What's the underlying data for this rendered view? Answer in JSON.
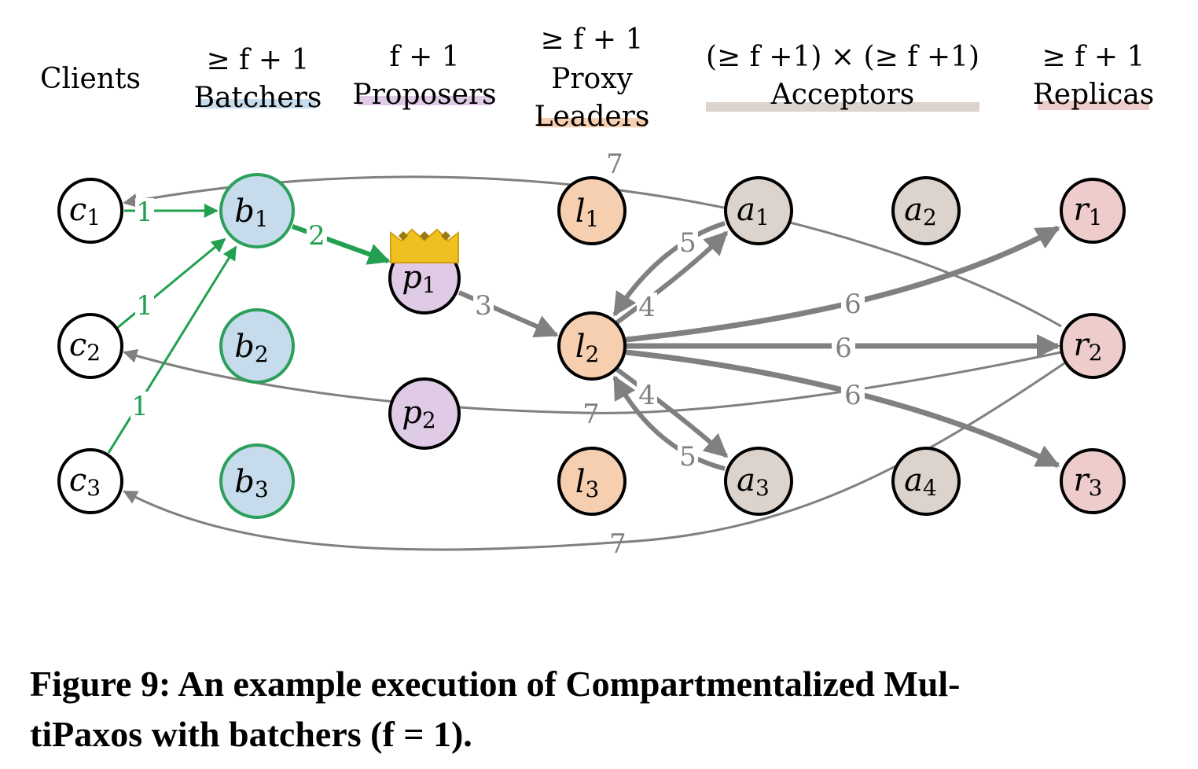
{
  "headers": {
    "clients": "Clients",
    "batchers_count": "≥ f + 1",
    "batchers": "Batchers",
    "proposers_count": "f + 1",
    "proposers": "Proposers",
    "proxy_count": "≥ f + 1",
    "proxy_line1": "Proxy",
    "proxy_line2": "Leaders",
    "acceptors_count": "(≥ f +1) × (≥ f +1)",
    "acceptors": "Acceptors",
    "replicas_count": "≥ f + 1",
    "replicas": "Replicas"
  },
  "nodes": {
    "c1": {
      "base": "c",
      "sub": "1"
    },
    "c2": {
      "base": "c",
      "sub": "2"
    },
    "c3": {
      "base": "c",
      "sub": "3"
    },
    "b1": {
      "base": "b",
      "sub": "1"
    },
    "b2": {
      "base": "b",
      "sub": "2"
    },
    "b3": {
      "base": "b",
      "sub": "3"
    },
    "p1": {
      "base": "p",
      "sub": "1"
    },
    "p2": {
      "base": "p",
      "sub": "2"
    },
    "l1": {
      "base": "l",
      "sub": "1"
    },
    "l2": {
      "base": "l",
      "sub": "2"
    },
    "l3": {
      "base": "l",
      "sub": "3"
    },
    "a1": {
      "base": "a",
      "sub": "1"
    },
    "a2": {
      "base": "a",
      "sub": "2"
    },
    "a3": {
      "base": "a",
      "sub": "3"
    },
    "a4": {
      "base": "a",
      "sub": "4"
    },
    "r1": {
      "base": "r",
      "sub": "1"
    },
    "r2": {
      "base": "r",
      "sub": "2"
    },
    "r3": {
      "base": "r",
      "sub": "3"
    }
  },
  "edge_labels": {
    "c1_b1": "1",
    "c2_b1": "1",
    "c3_b1": "1",
    "b1_p1": "2",
    "p1_l2": "3",
    "l2_a1": "4",
    "a1_l2": "5",
    "l2_a3": "4",
    "a3_l2": "5",
    "l2_r1": "6",
    "l2_r2": "6",
    "l2_r3": "6",
    "r2_c1": "7",
    "r2_c2": "7",
    "r2_c3": "7"
  },
  "caption": {
    "line1": "Figure 9: An example execution of Compartmentalized Mul-",
    "line2": "tiPaxos with batchers (f = 1)."
  },
  "colors": {
    "batchers": "#c6dcec",
    "batcher_border": "#2ca05a",
    "proposers": "#e0cbe6",
    "proxy_leaders": "#f6cfb0",
    "acceptors": "#dbd3cc",
    "replicas": "#eecccc",
    "green_edge": "#22a050",
    "gray_edge": "#808080",
    "crown": "#f0c020"
  }
}
